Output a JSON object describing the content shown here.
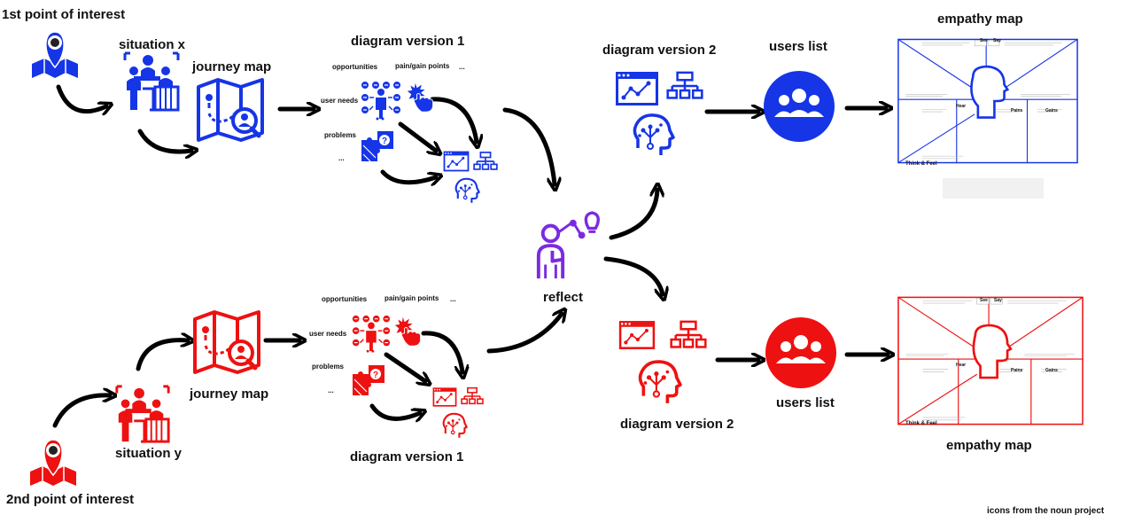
{
  "top": {
    "point_label": "1st point of interest",
    "situation_label": "situation x",
    "journey_label": "journey map",
    "diagram1_title": "diagram version 1",
    "opportunities": "opportunities",
    "pain_gain": "pain/gain points",
    "ellipsis_1": "...",
    "user_needs": "user needs",
    "problems": "problems",
    "ellipsis_2": "...",
    "diagram2_title": "diagram version 2",
    "users_list": "users list",
    "empathy_map": "empathy map"
  },
  "bottom": {
    "point_label": "2nd point of interest",
    "situation_label": "situation y",
    "journey_label": "journey map",
    "diagram1_title": "diagram version 1",
    "opportunities": "opportunities",
    "pain_gain": "pain/gain points",
    "ellipsis_1": "...",
    "user_needs": "user needs",
    "problems": "problems",
    "ellipsis_2": "...",
    "diagram2_title": "diagram version 2",
    "users_list": "users list",
    "empathy_map": "empathy map"
  },
  "center": {
    "reflect_label": "reflect"
  },
  "empathy_sections": {
    "see": "See",
    "say": "Say",
    "hear": "Hear",
    "pains": "Pains",
    "gains": "Gains",
    "think_feel": "Think & Feel"
  },
  "credit": "icons from the noun project",
  "colors": {
    "top_accent": "#1535e6",
    "bottom_accent": "#ee1111",
    "reflect_accent": "#7a2be0",
    "arrow": "#000000"
  }
}
